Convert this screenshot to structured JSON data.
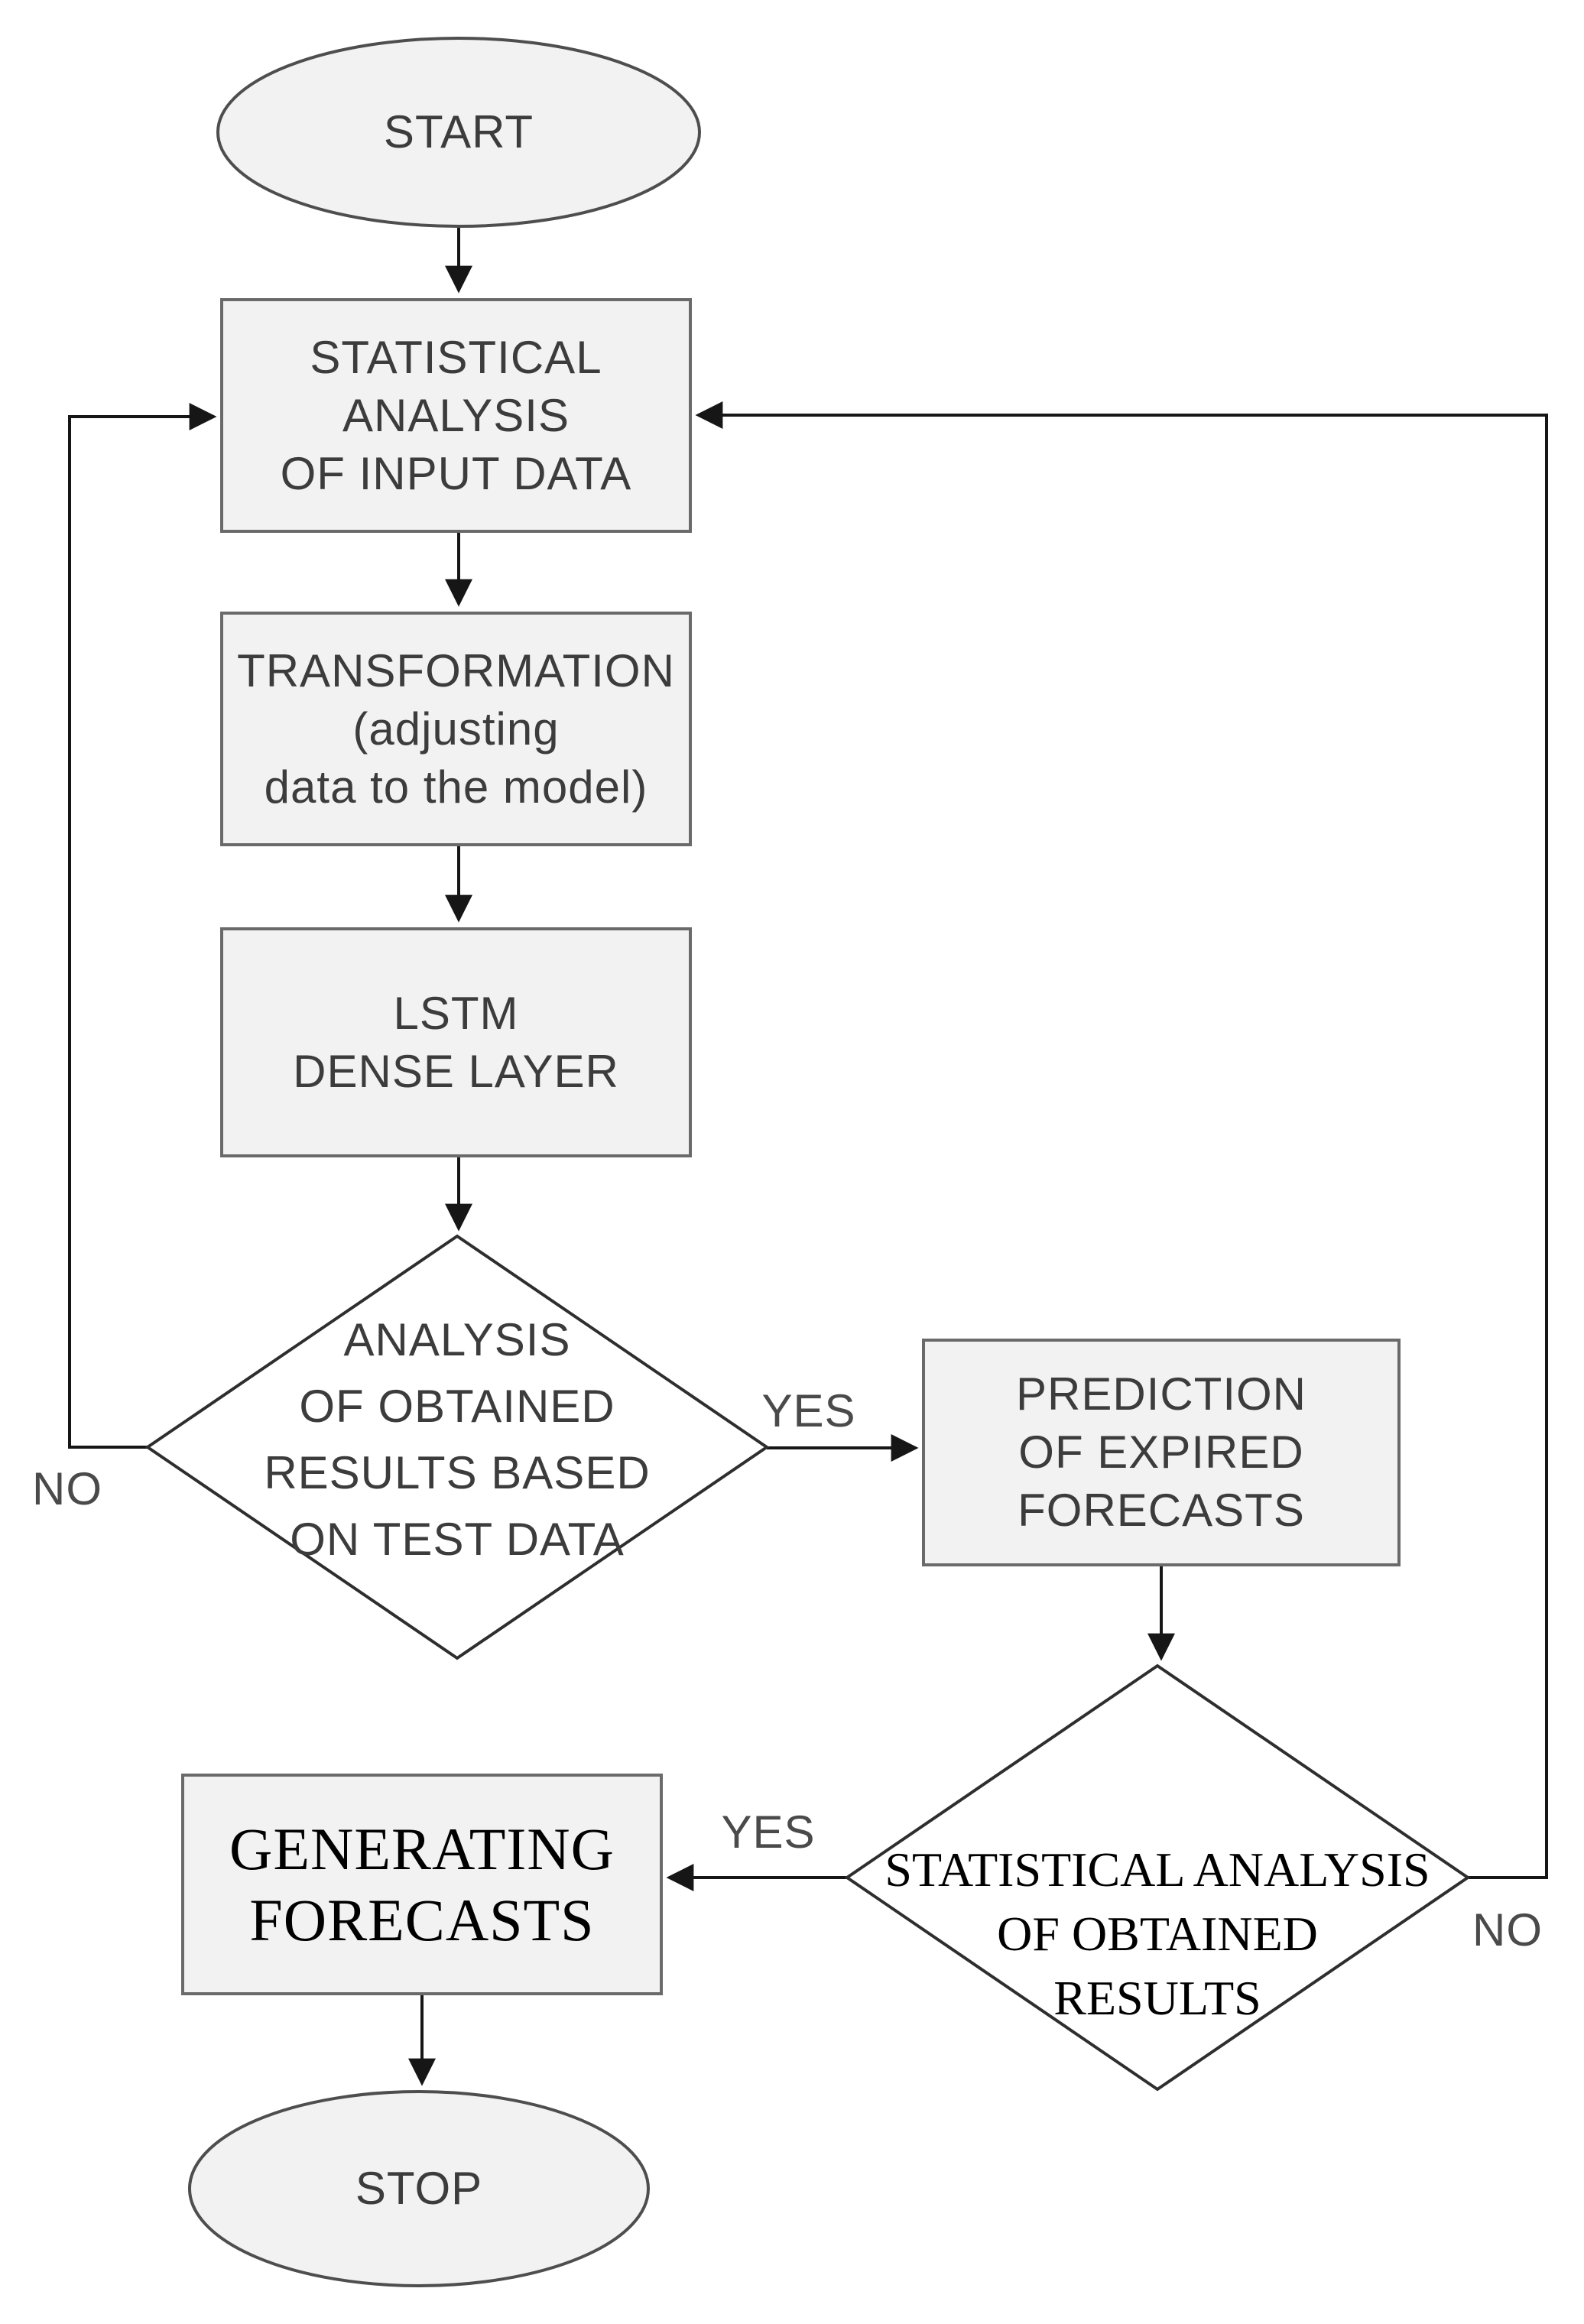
{
  "figure": {
    "type": "flowchart",
    "description": "LSTM forecasting process flowchart"
  },
  "nodes": {
    "start": {
      "shape": "ellipse",
      "label": "START"
    },
    "stat_input": {
      "shape": "rect",
      "lines": [
        "STATISTICAL",
        "ANALYSIS",
        "OF INPUT DATA"
      ]
    },
    "transformation": {
      "shape": "rect",
      "lines": [
        "TRANSFORMATION",
        "(adjusting",
        "data to the model)"
      ]
    },
    "lstm": {
      "shape": "rect",
      "lines": [
        "LSTM",
        "DENSE LAYER"
      ]
    },
    "analysis_decision": {
      "shape": "diamond",
      "lines": [
        "ANALYSIS",
        "OF OBTAINED",
        "RESULTS BASED",
        "ON TEST DATA"
      ]
    },
    "prediction": {
      "shape": "rect",
      "lines": [
        "PREDICTION",
        "OF EXPIRED",
        "FORECASTS"
      ]
    },
    "stat_decision": {
      "shape": "diamond",
      "lines": [
        "STATISTICAL ANALYSIS",
        "OF OBTAINED",
        "RESULTS"
      ]
    },
    "generating": {
      "shape": "rect",
      "lines": [
        "GENERATING",
        "FORECASTS"
      ]
    },
    "stop": {
      "shape": "ellipse",
      "label": "STOP"
    }
  },
  "edge_labels": {
    "yes1": "YES",
    "no1": "NO",
    "yes2": "YES",
    "no2": "NO"
  },
  "colors": {
    "process_fill": "#f2f2f2",
    "decision_fill": "#ffffff",
    "terminator_fill": "#f2f2f2",
    "box_border": "#6a6a6a",
    "terminator_border": "#4e4e4e",
    "decision_border": "#2e2e2e",
    "connector": "#161616",
    "sans_text": "#3c3c3c",
    "serif_text": "#000000"
  }
}
